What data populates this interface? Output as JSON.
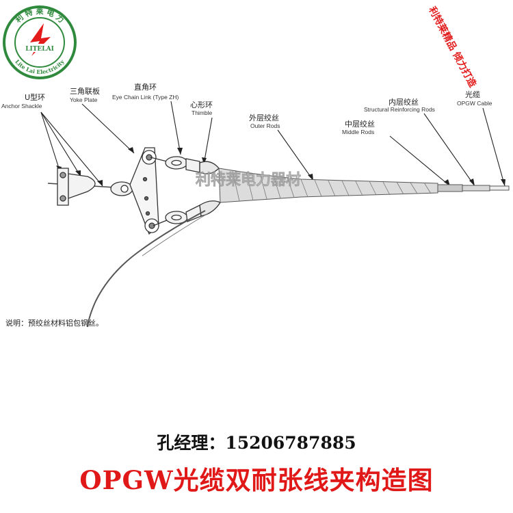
{
  "logo": {
    "ring_text": "利 特 莱 电 力",
    "badge": "LITELAI",
    "ring_bottom": "Lite Lai Electricity",
    "color": "#2f8a3d"
  },
  "slogan": "利特莱精品 倾力打造",
  "labels": {
    "anchor_shackle": {
      "cn": "U型环",
      "en": "Anchor Shackle"
    },
    "yoke_plate": {
      "cn": "三角联板",
      "en": "Yoke Plate"
    },
    "eye_chain_link": {
      "cn": "直角环",
      "en": "Eye Chain Link (Type ZH)"
    },
    "thimble": {
      "cn": "心形环",
      "en": "Thimble"
    },
    "outer_rods": {
      "cn": "外层绞丝",
      "en": "Outer Rods"
    },
    "structural_rods": {
      "cn": "内层绞丝",
      "en": "Structural Reinforcing Rods"
    },
    "middle_rods": {
      "cn": "中层绞丝",
      "en": "Middle Rods"
    },
    "opgw_cable": {
      "cn": "光缆",
      "en": "OPGW Cable"
    }
  },
  "watermark": "利特莱电力器材",
  "note": "说明：预绞丝材料铝包钢丝。",
  "contact": "孔经理：15206787885",
  "title": "OPGW光缆双耐张线夹构造图",
  "colors": {
    "title": "#e01818",
    "slogan": "#e31b1b",
    "logo": "#2f8a3d"
  }
}
